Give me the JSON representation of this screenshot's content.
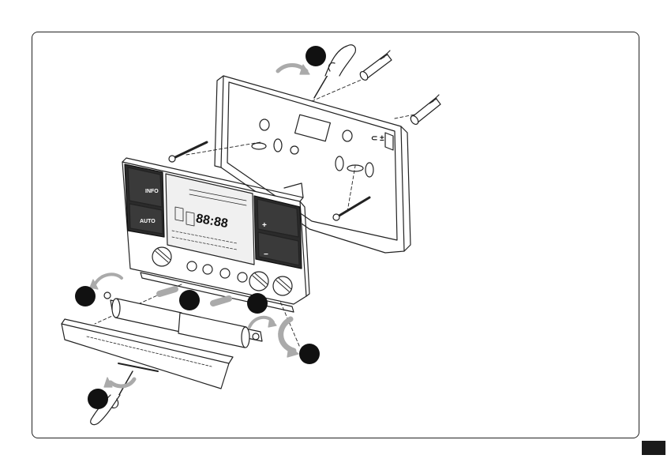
{
  "device": {
    "info_label": "INFO",
    "auto_label": "AUTO",
    "plus_label": "+",
    "minus_label": "−",
    "segment_digits": "88:88",
    "polarity_mark": "⊂ ±"
  },
  "step_markers": [
    {
      "id": "step-screwdriver-top"
    },
    {
      "id": "step-unscrew-left"
    },
    {
      "id": "step-battery-compartment"
    },
    {
      "id": "step-unscrew-right"
    },
    {
      "id": "step-rotate-cover"
    },
    {
      "id": "step-screwdriver-bottom"
    }
  ],
  "icons": [
    "hand-with-screwdriver-icon",
    "rotate-arrow-icon",
    "wall-plug-icon",
    "screw-icon",
    "battery-icon"
  ],
  "colors": {
    "line": "#222222",
    "marker": "#111111",
    "panel": "#ffffff",
    "display": "#e8e8e8"
  }
}
